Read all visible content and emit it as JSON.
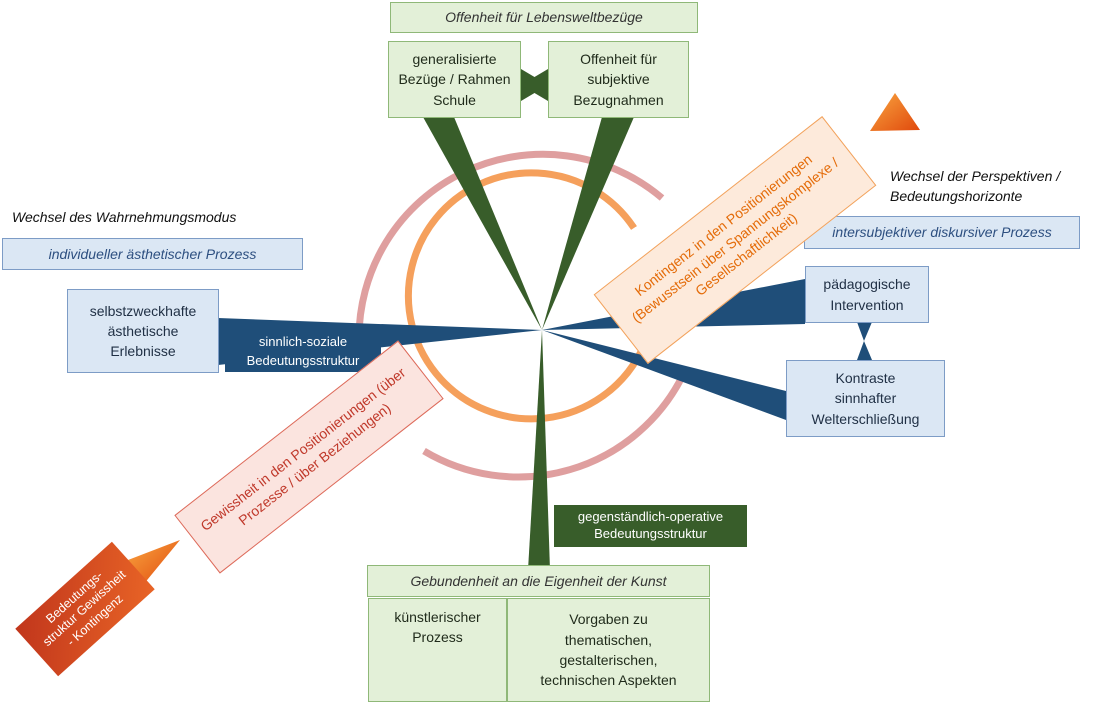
{
  "top": {
    "header": "Offenheit für Lebensweltbezüge",
    "left_box": "generalisierte Bezüge / Rahmen Schule",
    "right_box": "Offenheit für subjektive Bezugnahmen"
  },
  "left": {
    "mode_label": "Wechsel des Wahrnehmungsmodus",
    "process_header": "individueller ästhetischer Prozess",
    "box": "selbstzweckhafte ästhetische Erlebnisse",
    "structure_label": "sinnlich-soziale Bedeutungsstruktur"
  },
  "right": {
    "perspective_label": "Wechsel der Perspektiven / Bedeutungshorizonte",
    "process_header": "intersubjektiver diskursiver Prozess",
    "box_top": "pädagogische Intervention",
    "box_bottom": "Kontraste sinnhafter Welterschließung"
  },
  "bottom": {
    "structure_label": "gegenständlich-operative Bedeutungsstruktur",
    "header": "Gebundenheit an die Eigenheit der Kunst",
    "left_box": "künstlerischer Prozess",
    "right_box": "Vorgaben zu thematischen, gestalterischen, technischen Aspekten"
  },
  "diagonal": {
    "contingency": "Kontingenz in den Positionierungen (Bewusstsein über Spannungskomplexe / Gesellschaftlichkeit)",
    "certainty": "Gewissheit in den Positionierungen (über Prozesse / über Beziehungen)",
    "tag": "Bedeutungs-struktur Gewissheit - Kontingenz"
  },
  "colors": {
    "dark_green": "#385d2a",
    "dark_blue": "#1f4e79",
    "orange_ring": "#f5a05c",
    "pink_ring": "#d98e8e",
    "orange_arrow": "#f07020"
  }
}
